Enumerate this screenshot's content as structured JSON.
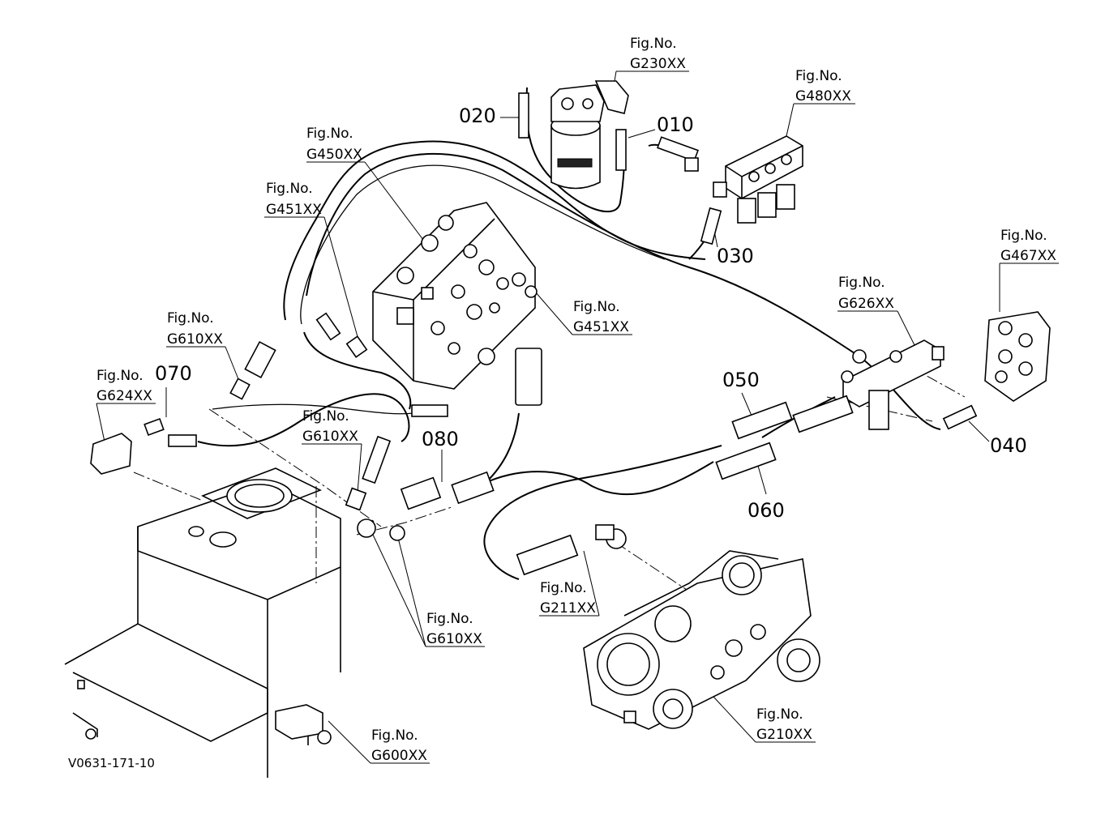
{
  "diagram": {
    "code": "V0631-171-10",
    "part_numbers": [
      "010",
      "020",
      "030",
      "040",
      "050",
      "060",
      "070",
      "080"
    ],
    "references": [
      {
        "prefix": "Fig.No.",
        "ref": "G230XX"
      },
      {
        "prefix": "Fig.No.",
        "ref": "G480XX"
      },
      {
        "prefix": "Fig.No.",
        "ref": "G450XX"
      },
      {
        "prefix": "Fig.No.",
        "ref": "G451XX"
      },
      {
        "prefix": "Fig.No.",
        "ref": "G467XX"
      },
      {
        "prefix": "Fig.No.",
        "ref": "G626XX"
      },
      {
        "prefix": "Fig.No.",
        "ref": "G451XX"
      },
      {
        "prefix": "Fig.No.",
        "ref": "G610XX"
      },
      {
        "prefix": "Fig.No.",
        "ref": "G624XX"
      },
      {
        "prefix": "Fig.No.",
        "ref": "G610XX"
      },
      {
        "prefix": "Fig.No.",
        "ref": "G610XX"
      },
      {
        "prefix": "Fig.No.",
        "ref": "G211XX"
      },
      {
        "prefix": "Fig.No.",
        "ref": "G210XX"
      },
      {
        "prefix": "Fig.No.",
        "ref": "G600XX"
      }
    ]
  }
}
